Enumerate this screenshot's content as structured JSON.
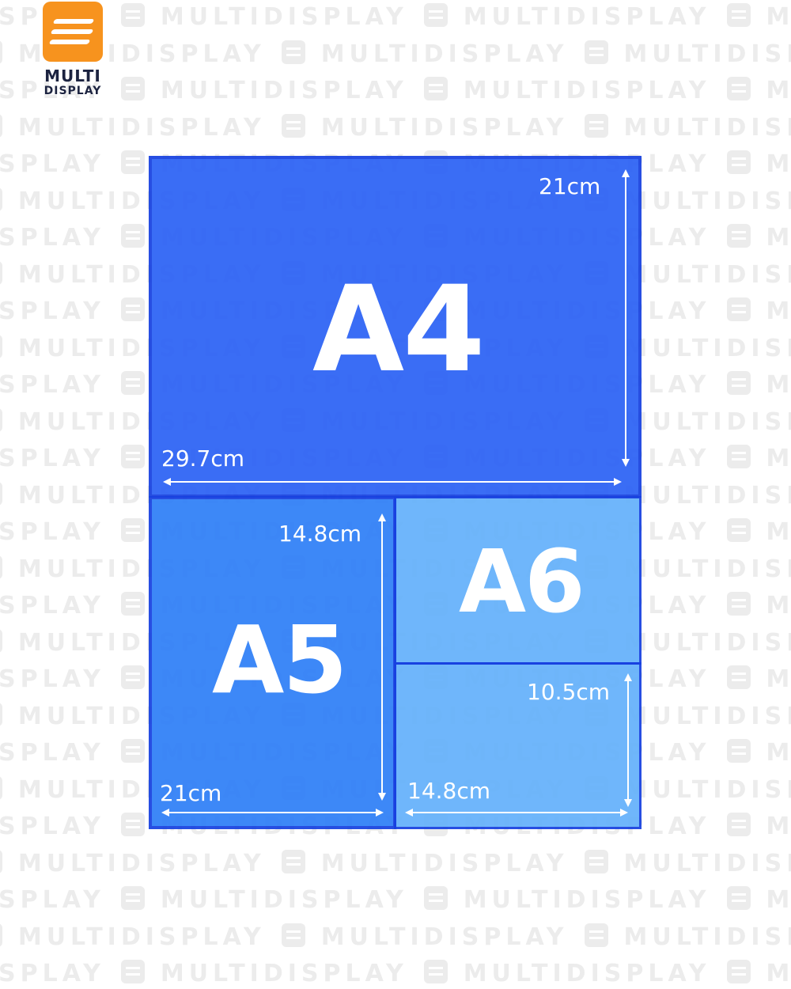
{
  "watermark": {
    "text": "MULTIDISPLAY"
  },
  "logo": {
    "line1": "MULTI",
    "line2": "DISPLAY",
    "color": "#f7931e"
  },
  "sheets": {
    "a4": {
      "name": "A4",
      "width_label": "29.7cm",
      "height_label": "21cm",
      "color": "#2c62f5"
    },
    "a5": {
      "name": "A5",
      "width_label": "21cm",
      "height_label": "14.8cm",
      "color": "#2f7ff7"
    },
    "a6": {
      "name": "A6",
      "color": "#65b1fb"
    },
    "a7": {
      "width_label": "14.8cm",
      "height_label": "10.5cm",
      "color": "#65b1fb"
    }
  }
}
